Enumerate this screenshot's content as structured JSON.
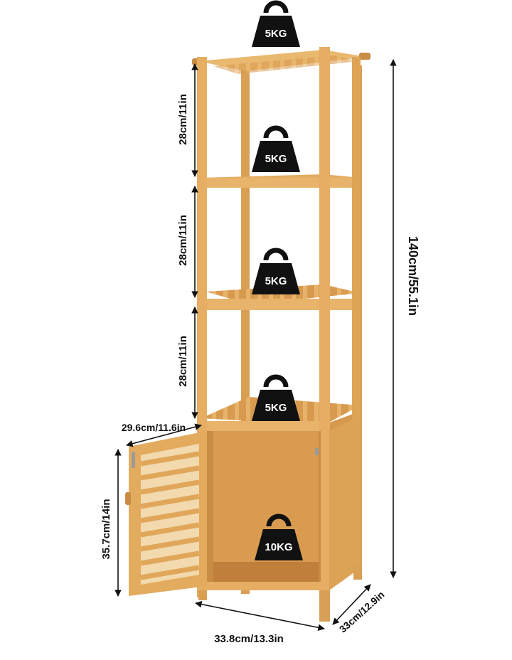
{
  "colors": {
    "bamboo": "#e0a95a",
    "bamboo_light": "#edc17d",
    "bamboo_dark": "#b97a33",
    "interior": "#c98c45",
    "weight": "#111111",
    "dimension_line": "#111111"
  },
  "weights": {
    "top": "5KG",
    "shelf_2": "5KG",
    "shelf_3": "5KG",
    "shelf_4": "5KG",
    "cabinet": "10KG"
  },
  "dimensions": {
    "shelf_gap_1": "28cm/11in",
    "shelf_gap_2": "28cm/11in",
    "shelf_gap_3": "28cm/11in",
    "total_height": "140cm/55.1in",
    "shelf_depth": "29.6cm/11.6in",
    "cabinet_height": "35.7cm/14in",
    "width": "33.8cm/13.3in",
    "depth": "33cm/12.9in"
  }
}
